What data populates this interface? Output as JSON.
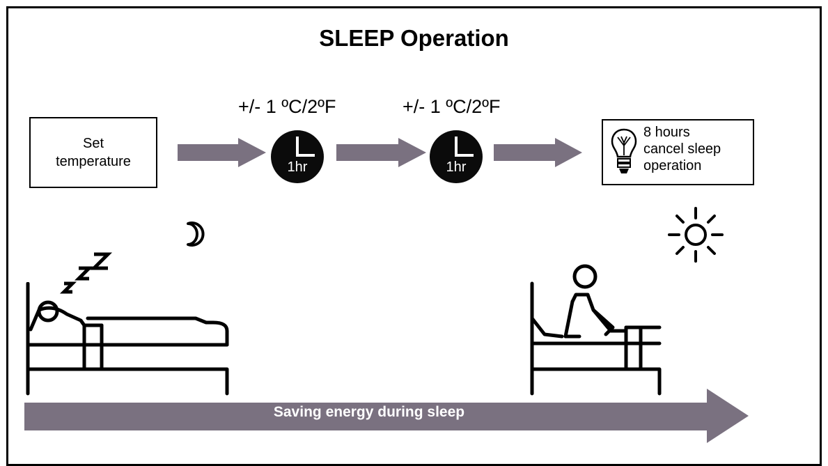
{
  "title": "SLEEP Operation",
  "set_temperature": {
    "line1": "Set",
    "line2": "temperature"
  },
  "step1": {
    "change": "+/- 1 ºC/2ºF",
    "clock_label": "1hr"
  },
  "step2": {
    "change": "+/- 1 ºC/2ºF",
    "clock_label": "1hr"
  },
  "cancel": {
    "line1": "8 hours",
    "line2": "cancel sleep",
    "line3": "operation"
  },
  "bottom_arrow_label": "Saving energy during sleep",
  "colors": {
    "arrow": "#7a7180",
    "clock": "#0b0b0b",
    "line": "#000000"
  },
  "icons": [
    "crescent-moon-icon",
    "zzz-icon",
    "sleeping-person-bed-icon",
    "sun-icon",
    "awake-person-bed-icon",
    "lightbulb-icon",
    "clock-icon"
  ]
}
